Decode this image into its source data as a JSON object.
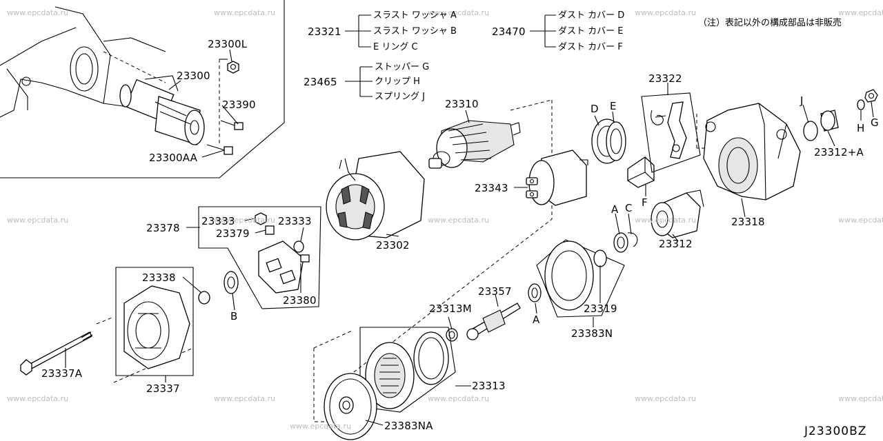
{
  "diagram_code": "J23300BZ",
  "note": "（注）表記以外の構成部品は非販売",
  "watermark": "www.epcdata.ru",
  "groups": {
    "g23321": {
      "part": "23321",
      "items": [
        "スラスト ワッシャ A",
        "スラスト ワッシャ B",
        "E リング C"
      ]
    },
    "g23470": {
      "part": "23470",
      "items": [
        "ダスト カバー D",
        "ダスト カバー E",
        "ダスト カバー F"
      ]
    },
    "g23465": {
      "part": "23465",
      "items": [
        "ストッパー G",
        "クリップ H",
        "スプリング J"
      ]
    }
  },
  "parts": {
    "p23300L": "23300L",
    "p23300": "23300",
    "p23390": "23390",
    "p23300AA": "23300AA",
    "p23310": "23310",
    "p23322": "23322",
    "p23343": "23343",
    "p23302": "23302",
    "p23378": "23378",
    "p23333a": "23333",
    "p23333b": "23333",
    "p23379": "23379",
    "p23380": "23380",
    "p23338": "23338",
    "p23337A": "23337A",
    "p23337": "23337",
    "p23357": "23357",
    "p23313M": "23313M",
    "p23313": "23313",
    "p23383NA": "23383NA",
    "p23319": "23319",
    "p23383N": "23383N",
    "p23312": "23312",
    "p23312A": "23312+A",
    "p23318": "23318"
  },
  "letters": {
    "D": "D",
    "E": "E",
    "F": "F",
    "A1": "A",
    "C": "C",
    "A2": "A",
    "B": "B",
    "J": "J",
    "H": "H",
    "G": "G"
  }
}
